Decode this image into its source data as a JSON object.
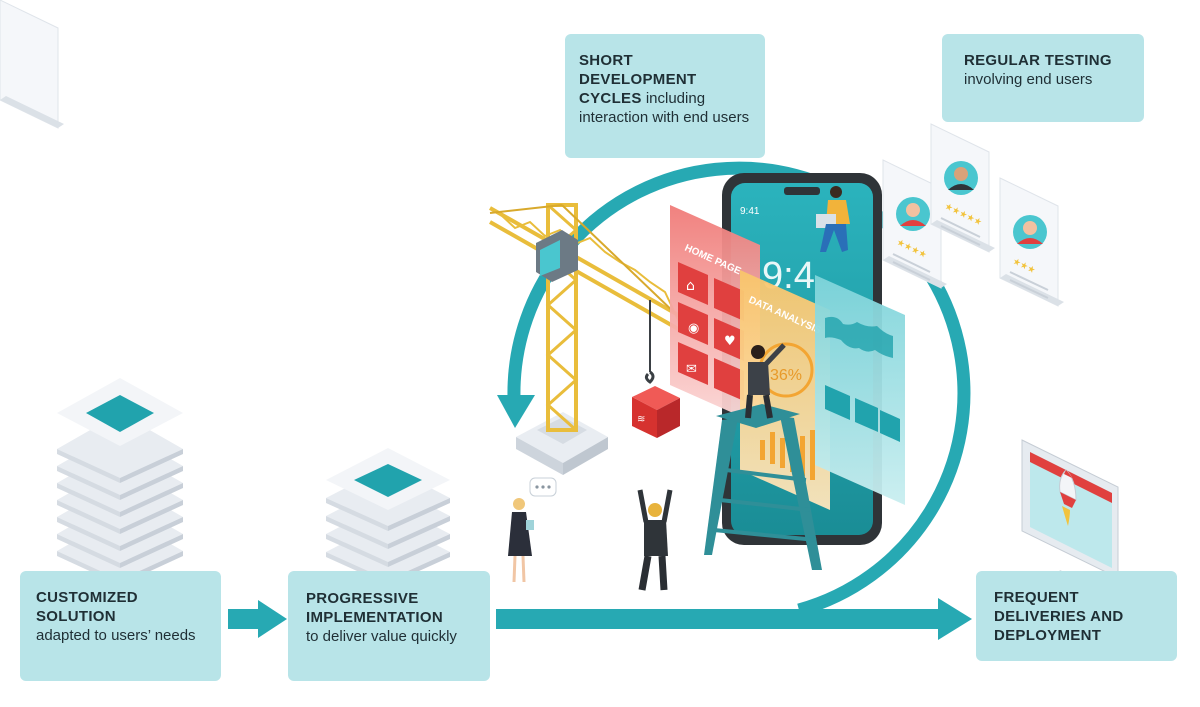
{
  "boxes": {
    "customized": {
      "title": "CUSTOMIZED SOLUTION",
      "desc": "adapted to users’ needs"
    },
    "progressive": {
      "title": "PROGRESSIVE IMPLEMENTATION",
      "desc": "to deliver value quickly"
    },
    "frequent": {
      "title": "FREQUENT DELIVERIES AND DEPLOYMENT",
      "desc": ""
    },
    "short": {
      "title": "SHORT DEVELOPMENT CYCLES",
      "desc": "including interaction with end users"
    },
    "testing": {
      "title": "REGULAR TESTING",
      "desc": "involving end users"
    }
  },
  "phone": {
    "status_time": "9:41",
    "clock": "9:4",
    "panel_home": "HOME PAGE",
    "panel_data": "DATA ANALYSIS",
    "panel_percent": "36%"
  },
  "colors": {
    "teal": "#27a9b3",
    "box": "#b8e4e8",
    "red": "#e0403f",
    "yellow": "#f2c33c",
    "dark": "#1f2f35"
  },
  "icons": [
    "stack-icon",
    "crane-icon",
    "phone-icon",
    "rocket-icon",
    "monitor-icon",
    "review-card-icon",
    "star-icon",
    "speech-bubble-icon"
  ]
}
